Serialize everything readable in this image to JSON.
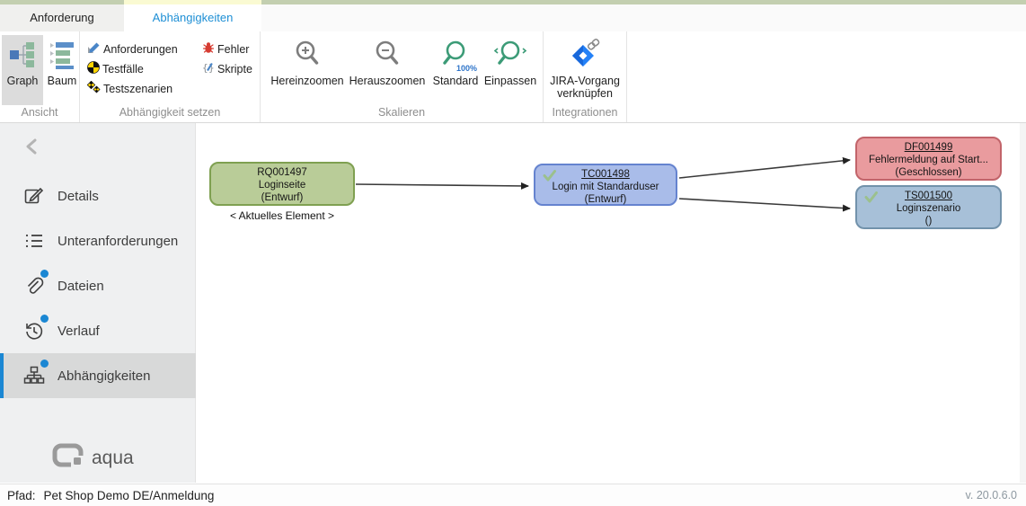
{
  "tabs": {
    "anforderung": {
      "label": "Anforderung",
      "active": false
    },
    "abhaengigkeiten": {
      "label": "Abhängigkeiten",
      "active": true
    }
  },
  "ribbon": {
    "ansicht": {
      "group_label": "Ansicht",
      "graph_label": "Graph",
      "baum_label": "Baum",
      "selected": "Graph"
    },
    "abhaengigkeit_setzen": {
      "group_label": "Abhängigkeit setzen",
      "items": [
        {
          "label": "Anforderungen",
          "icon": "requirement-pen-icon"
        },
        {
          "label": "Testfälle",
          "icon": "testcase-quadrant-icon"
        },
        {
          "label": "Testszenarien",
          "icon": "testscenario-diamonds-icon"
        },
        {
          "label": "Fehler",
          "icon": "defect-bug-icon"
        },
        {
          "label": "Skripte",
          "icon": "script-braces-icon"
        }
      ]
    },
    "skalieren": {
      "group_label": "Skalieren",
      "zoom_in_label": "Hereinzoomen",
      "zoom_out_label": "Herauszoomen",
      "standard_label": "Standard",
      "standard_pct": "100%",
      "fit_label": "Einpassen"
    },
    "integrationen": {
      "group_label": "Integrationen",
      "jira_label_line1": "JIRA-Vorgang",
      "jira_label_line2": "verknüpfen"
    }
  },
  "sidebar": {
    "items": [
      {
        "label": "Details",
        "icon": "edit-icon",
        "badge": false,
        "selected": false
      },
      {
        "label": "Unteranforderungen",
        "icon": "list-icon",
        "badge": false,
        "selected": false
      },
      {
        "label": "Dateien",
        "icon": "paperclip-icon",
        "badge": true,
        "selected": false
      },
      {
        "label": "Verlauf",
        "icon": "history-icon",
        "badge": true,
        "selected": false
      },
      {
        "label": "Abhängigkeiten",
        "icon": "hierarchy-icon",
        "badge": true,
        "selected": true
      }
    ],
    "logo_text": "aqua"
  },
  "graph": {
    "nodes": [
      {
        "id": "RQ001497",
        "title": "Loginseite",
        "status": "(Entwurf)",
        "type": "requirement",
        "current": true,
        "checked": false
      },
      {
        "id": "TC001498",
        "title": "Login mit Standarduser",
        "status": "(Entwurf)",
        "type": "testcase",
        "current": false,
        "checked": true
      },
      {
        "id": "DF001499",
        "title": "Fehlermeldung auf Start...",
        "status": "(Geschlossen)",
        "type": "defect",
        "current": false,
        "checked": false
      },
      {
        "id": "TS001500",
        "title": "Loginszenario",
        "status": "()",
        "type": "testscenario",
        "current": false,
        "checked": true
      }
    ],
    "current_caption": "< Aktuelles Element >",
    "edges": [
      {
        "from": "RQ001497",
        "to": "TC001498"
      },
      {
        "from": "TC001498",
        "to": "DF001499"
      },
      {
        "from": "TC001498",
        "to": "TS001500"
      }
    ]
  },
  "statusbar": {
    "path_label": "Pfad:",
    "path_value": "Pet Shop Demo DE/Anmeldung",
    "version": "v. 20.0.6.0"
  },
  "colors": {
    "active_tab_text": "#1e8fd5",
    "badge_blue": "#1b87d3",
    "node_requirement_fill": "#b9cc98",
    "node_requirement_border": "#7fa051",
    "node_testcase_fill": "#a9bce9",
    "node_testcase_border": "#6583cf",
    "node_defect_fill": "#e99b9e",
    "node_defect_border": "#c2646a",
    "node_testscenario_fill": "#a7c0d8",
    "node_testscenario_border": "#7292ab",
    "check_green": "#9bc08d",
    "strip_green": "#c3cfb0",
    "strip_yellow": "#fafad2"
  }
}
